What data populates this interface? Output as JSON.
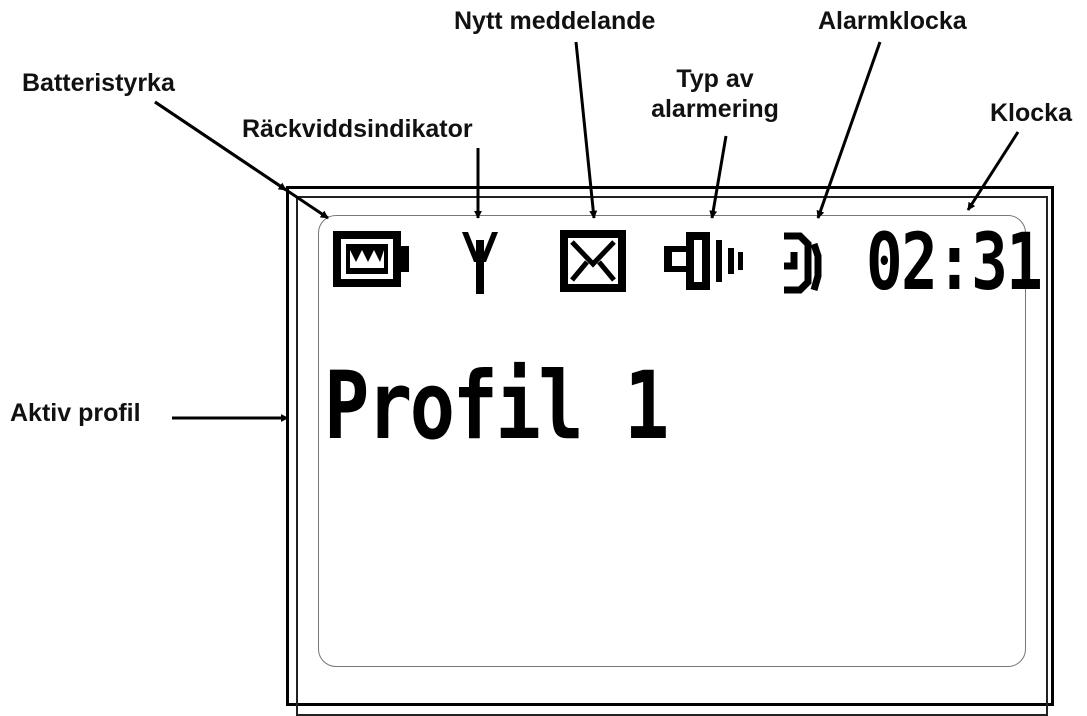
{
  "labels": {
    "battery": "Batteristyrka",
    "range": "Räckviddsindikator",
    "message": "Nytt meddelande",
    "alert_type_line1": "Typ av",
    "alert_type_line2": "alarmering",
    "alarm_clock": "Alarmklocka",
    "clock": "Klocka",
    "active_profile": "Aktiv profil"
  },
  "display": {
    "time": "02:31",
    "profile": "Profil 1"
  },
  "icons": {
    "battery": "battery-icon",
    "signal": "antenna-icon",
    "message": "envelope-icon",
    "alert": "speaker-icon",
    "alarm": "alarm-clock-icon"
  }
}
